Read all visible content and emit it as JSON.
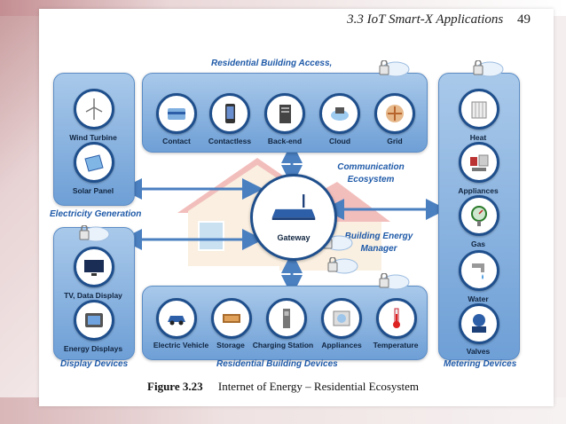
{
  "header": {
    "section": "3.3  IoT Smart-X Applications",
    "page_number": "49"
  },
  "titles": {
    "building_access": "Residential  Building Access,",
    "electricity_generation": "Electricity  Generation",
    "communication": "Communication Ecosystem",
    "energy_manager": "Building Energy Manager",
    "display_devices": "Display Devices",
    "building_devices": "Residential  Building Devices",
    "metering_devices": "Metering Devices"
  },
  "gateway": {
    "label": "Gateway"
  },
  "access_items": [
    "Contact",
    "Contactless",
    "Back-end",
    "Cloud",
    "Grid"
  ],
  "generation_items": [
    "Wind Turbine",
    "Solar Panel"
  ],
  "display_items": [
    "TV, Data Display",
    "Energy Displays"
  ],
  "device_items": [
    "Electric Vehicle",
    "Storage",
    "Charging Station",
    "Appliances",
    "Temperature"
  ],
  "metering_items": [
    "Heat",
    "Appliances",
    "Gas",
    "Water",
    "Valves"
  ],
  "caption": {
    "number": "Figure 3.23",
    "text": "Internet of Energy – Residential Ecosystem"
  },
  "colors": {
    "panel": "#7aa8dc",
    "ring": "#1f4f8c",
    "title": "#1f5aa8",
    "arrow": "#4a7fc0"
  }
}
